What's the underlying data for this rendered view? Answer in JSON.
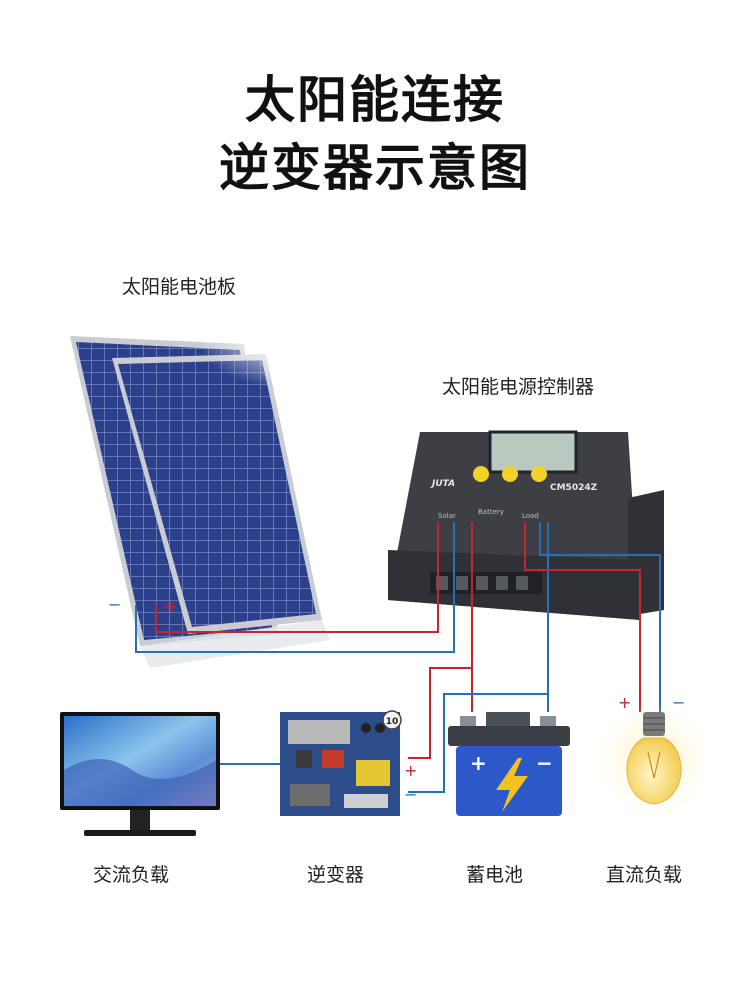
{
  "title": {
    "line1": "太阳能连接",
    "line2": "逆变器示意图"
  },
  "labels": {
    "solar_panel": "太阳能电池板",
    "controller": "太阳能电源控制器",
    "ac_load": "交流负载",
    "inverter": "逆变器",
    "battery": "蓄电池",
    "dc_load": "直流负载"
  },
  "controller": {
    "model": "CM5024Z",
    "brand": "JUTA",
    "port_solar": "Solar",
    "port_battery": "Battery",
    "port_load": "Load"
  },
  "inverter_badge": "10",
  "polarity": {
    "plus": "+",
    "minus": "−"
  },
  "colors": {
    "positive_wire": "#c1272d",
    "negative_wire": "#2a6fb5",
    "panel_cell": "#2c3f8a",
    "controller_body": "#3d3f45",
    "battery_body": "#2d59c8",
    "bolt": "#f4c21f",
    "bulb": "#f7dd76"
  }
}
